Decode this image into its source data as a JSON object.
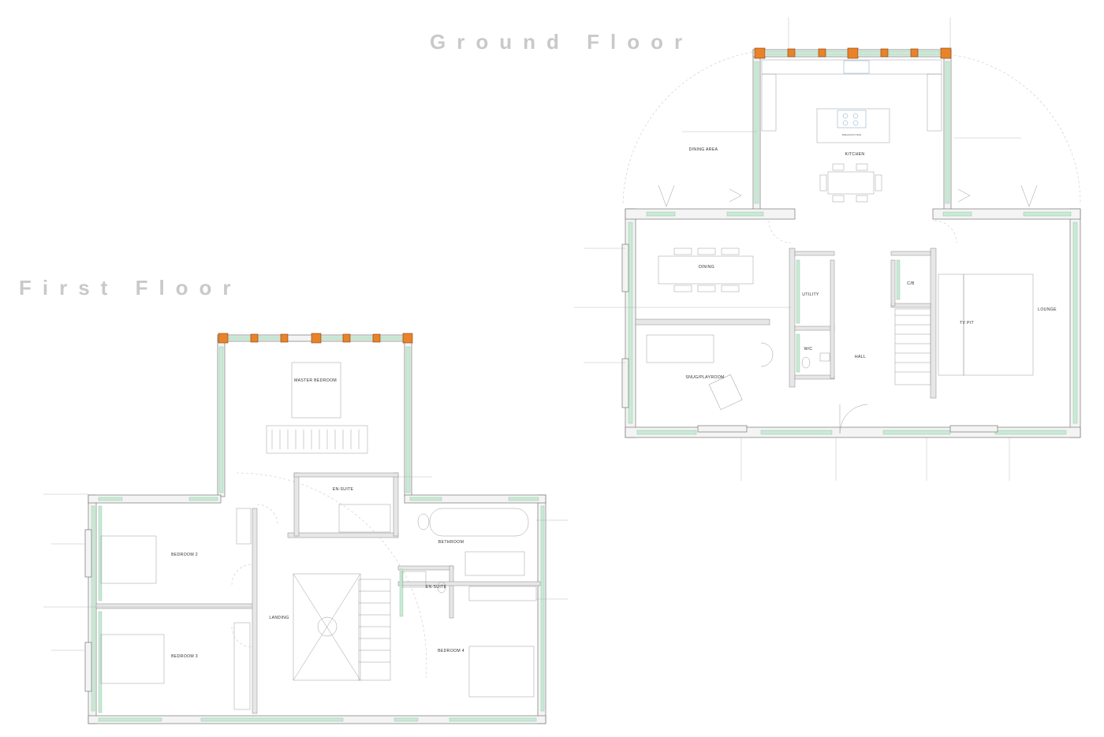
{
  "headings": {
    "ground_floor": "Ground Floor",
    "first_floor": "First Floor"
  },
  "ground_floor": {
    "rooms": {
      "kitchen": "KITCHEN",
      "dining": "DINING",
      "utility": "UTILITY",
      "wc": "W/C",
      "hall": "HALL",
      "cb": "C/B",
      "tv_pit": "TV PIT",
      "lounge": "LOUNGE",
      "snug": "SNUG/PLAYROOM",
      "dining_area": "DINING AREA",
      "breakfast_bar": "BREAKFAST BAR"
    }
  },
  "first_floor": {
    "rooms": {
      "master_bedroom": "MASTER BEDROOM",
      "en_suite_1": "EN-SUITE",
      "bedroom_2": "BEDROOM 2",
      "bathroom": "BETHROOM",
      "en_suite_2": "EN-SUITE",
      "landing": "LANDING",
      "bedroom_3": "BEDROOM 3",
      "bedroom_4": "BEDROOM 4"
    }
  }
}
